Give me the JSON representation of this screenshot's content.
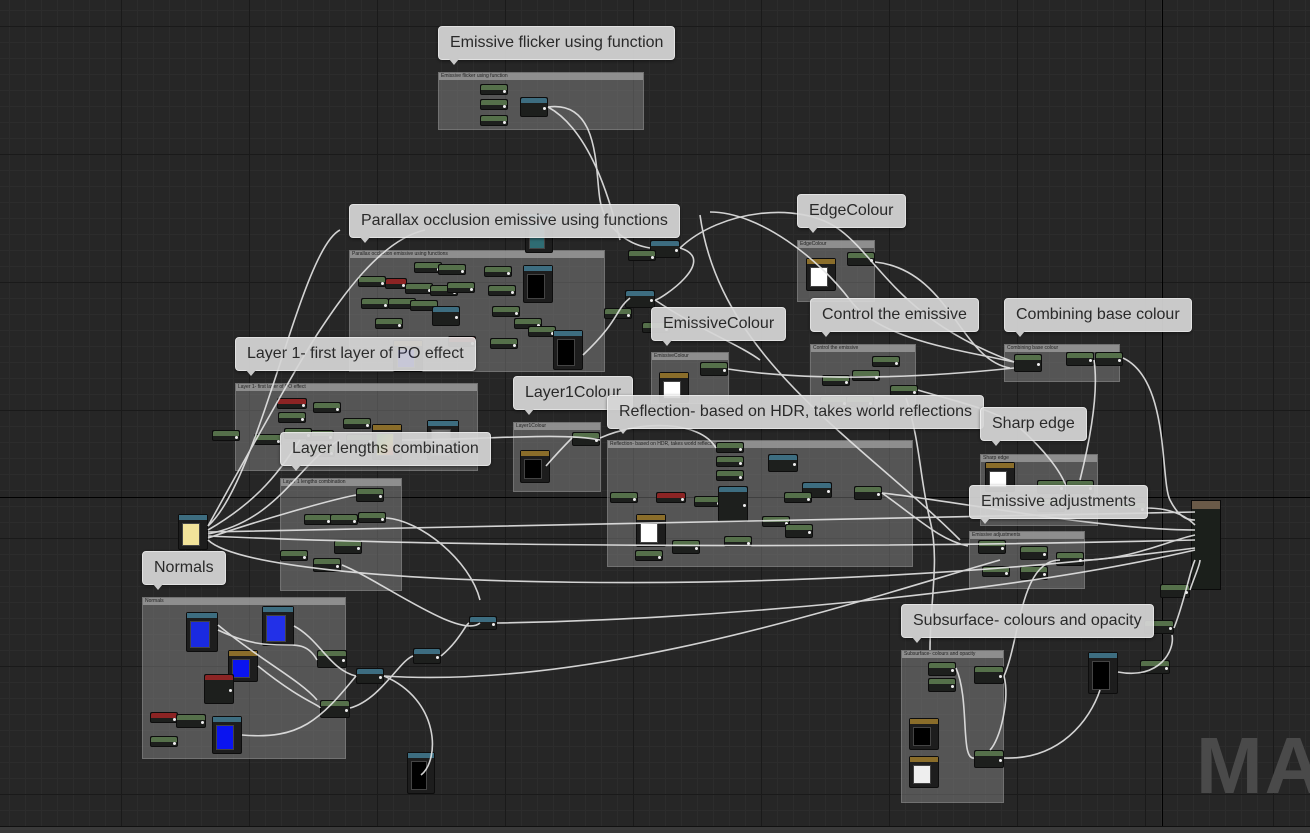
{
  "editor": {
    "watermark": "MAT",
    "comments": [
      {
        "id": "emissive-flicker",
        "title": "Emissive flicker using function",
        "header": "Emissive flicker using function"
      },
      {
        "id": "parallax",
        "title": "Parallax occlusion emissive using functions",
        "header": "Parallax occlusion emissive using functions"
      },
      {
        "id": "edge-colour",
        "title": "EdgeColour",
        "header": "EdgeColour"
      },
      {
        "id": "emissive-colour",
        "title": "EmissiveColour",
        "header": "EmissiveColour"
      },
      {
        "id": "control-emissive",
        "title": "Control the emissive",
        "header": "Control the emissive"
      },
      {
        "id": "combining-base",
        "title": "Combining base colour",
        "header": "Combining base colour"
      },
      {
        "id": "layer1",
        "title": "Layer 1- first layer of PO effect",
        "header": "Layer 1- first layer of PO effect"
      },
      {
        "id": "layer1-colour",
        "title": "Layer1Colour",
        "header": "Layer1Colour"
      },
      {
        "id": "reflection",
        "title": "Reflection- based on HDR, takes world reflections",
        "header": "Reflection- based on HDR, takes world reflections"
      },
      {
        "id": "sharp-edge",
        "title": "Sharp edge",
        "header": "Sharp edge"
      },
      {
        "id": "layer-lengths",
        "title": "Layer lengths combination",
        "header": "Layer 1 lengths combination"
      },
      {
        "id": "emissive-adjustments",
        "title": "Emissive adjustments",
        "header": "Emissive adjustments"
      },
      {
        "id": "normals",
        "title": "Normals",
        "header": "Normals"
      },
      {
        "id": "subsurface",
        "title": "Subsurface- colours and opacity",
        "header": "Subsurface- colours and opacity"
      }
    ]
  },
  "colors": {
    "background": "#262626",
    "comment_bubble": "#d7d7d7",
    "node_param": "#55704a",
    "node_math": "#3d6d80",
    "node_texture": "#8a6d2a",
    "node_vector": "#8c2424",
    "wire": "#e8e8e8"
  }
}
